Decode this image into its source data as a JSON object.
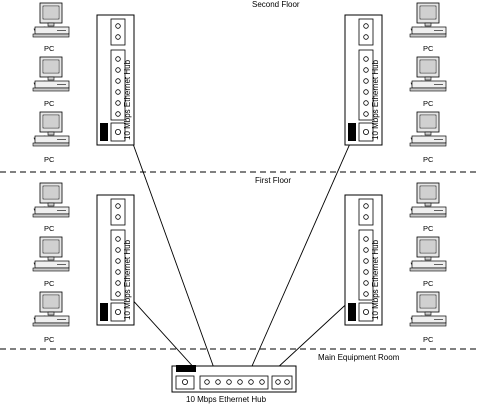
{
  "floors": {
    "second": "Second Floor",
    "first": "First Floor",
    "main_room": "Main Equipment Room"
  },
  "pc_label": "PC",
  "hub_label": "10 Mbps Ethernet Hub",
  "main_hub_label": "10 Mbps Ethernet Hub"
}
